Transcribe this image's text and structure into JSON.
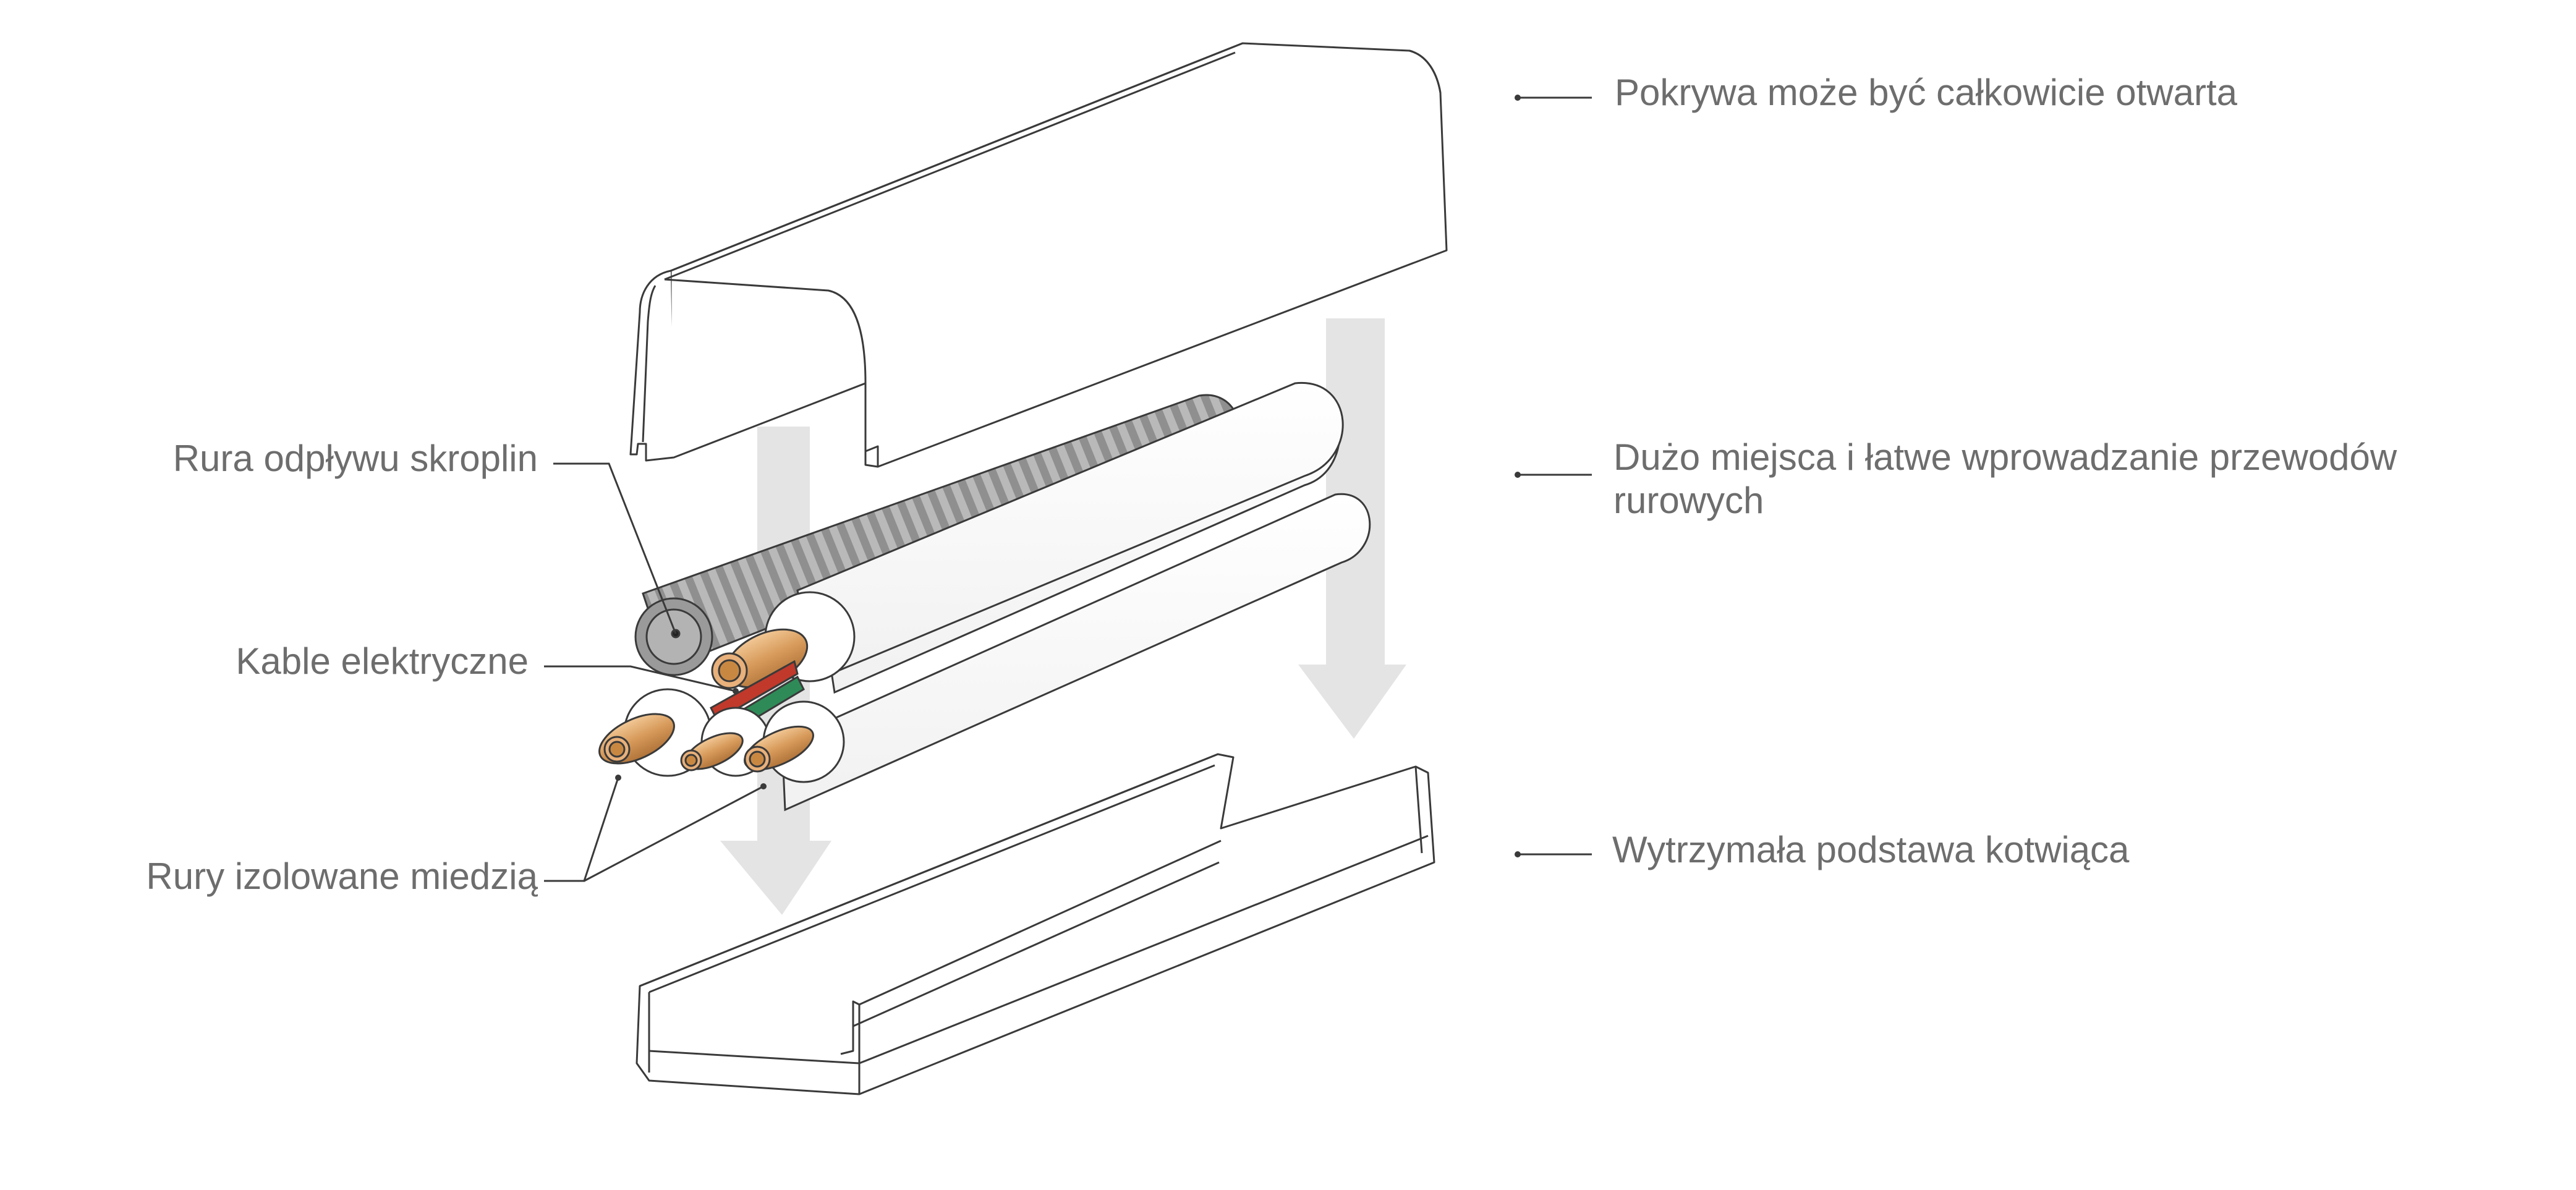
{
  "labels": {
    "cover": "Pokrywa może być całkowicie otwarta",
    "space_line1": "Dużo miejsca i łatwe wprowadzanie przewodów",
    "space_line2": "rurowych",
    "base": "Wytrzymała podstawa kotwiąca",
    "drain_pipe": "Rura odpływu skroplin",
    "electric_cables": "Kable elektryczne",
    "copper_pipes": "Rury izolowane miedzią"
  },
  "colors": {
    "label_text": "#6d6d6d",
    "outline": "#3a3a3a",
    "arrow_fill": "#e3e4e3",
    "duct_fill": "#ffffff",
    "drain_pipe": "#a8a8a8",
    "copper": "#d79a5a",
    "cable_green": "#2e8b57",
    "cable_red": "#c0392b"
  }
}
